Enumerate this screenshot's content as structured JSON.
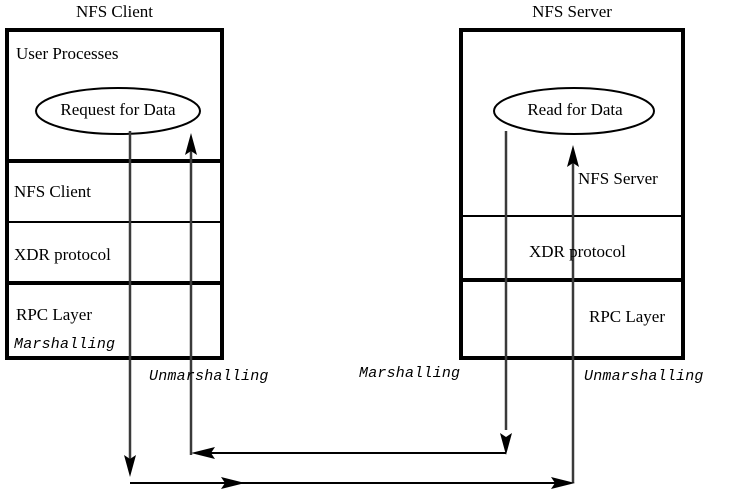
{
  "diagram": {
    "title_left": "NFS Client",
    "title_right": "NFS Server",
    "client": {
      "layers": [
        {
          "name": "user-processes",
          "label": "User Processes"
        },
        {
          "name": "nfs-client",
          "label": "NFS Client"
        },
        {
          "name": "xdr-protocol",
          "label": "XDR protocol"
        },
        {
          "name": "rpc-layer",
          "label": "RPC Layer"
        }
      ],
      "bubble": "Request for Data",
      "marshalling_label": "Marshalling",
      "unmarshalling_label": "Unmarshalling"
    },
    "server": {
      "layers": [
        {
          "name": "nfs-server",
          "label": "NFS Server"
        },
        {
          "name": "xdr-protocol",
          "label": "XDR protocol"
        },
        {
          "name": "rpc-layer",
          "label": "RPC Layer"
        }
      ],
      "bubble": "Read for Data",
      "marshalling_label": "Marshalling",
      "unmarshalling_label": "Unmarshalling"
    },
    "colors": {
      "stroke": "#000000",
      "thin_stroke": "#2b2b2b",
      "background": "#ffffff"
    }
  }
}
